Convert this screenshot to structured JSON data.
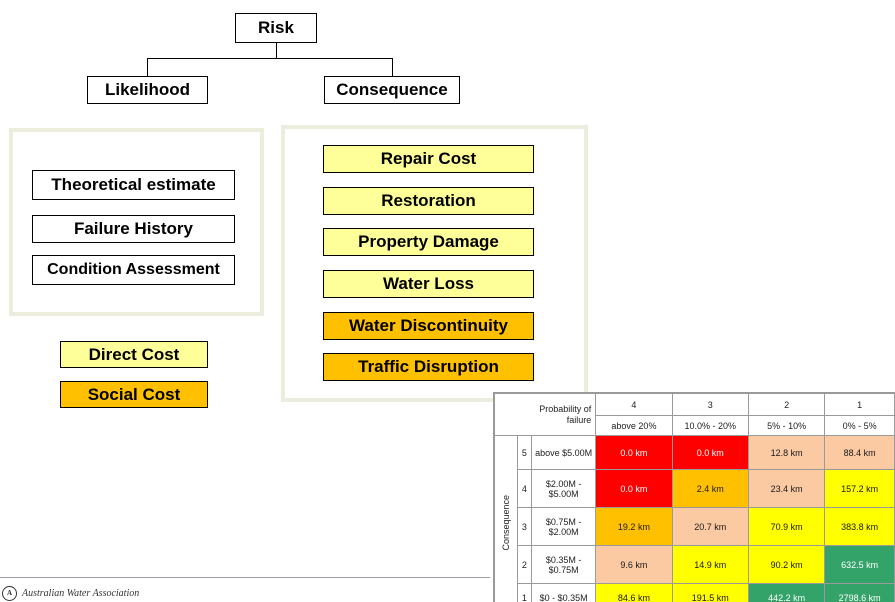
{
  "tree": {
    "root": "Risk",
    "left": "Likelihood",
    "right": "Consequence"
  },
  "likelihood_items": [
    "Theoretical estimate",
    "Failure History",
    "Condition Assessment"
  ],
  "consequence_items": [
    {
      "label": "Repair Cost",
      "type": "direct"
    },
    {
      "label": "Restoration",
      "type": "direct"
    },
    {
      "label": "Property Damage",
      "type": "direct"
    },
    {
      "label": "Water Loss",
      "type": "direct"
    },
    {
      "label": "Water Discontinuity",
      "type": "social"
    },
    {
      "label": "Traffic Disruption",
      "type": "social"
    }
  ],
  "legend": {
    "direct": "Direct Cost",
    "social": "Social Cost",
    "direct_color": "#ffff99",
    "social_color": "#ffc000"
  },
  "matrix": {
    "corner_line1": "Probability of",
    "corner_line2": "failure",
    "columns": [
      {
        "rank": "4",
        "range": "above 20%"
      },
      {
        "rank": "3",
        "range": "10.0% - 20%"
      },
      {
        "rank": "2",
        "range": "5% - 10%"
      },
      {
        "rank": "1",
        "range": "0% - 5%"
      }
    ],
    "row_axis_label": "Consequence",
    "rows": [
      {
        "rank": "5",
        "range": "above $5.00M",
        "cells": [
          "0.0 km",
          "0.0 km",
          "12.8 km",
          "88.4 km"
        ],
        "colors": [
          "red",
          "red",
          "peach",
          "peach"
        ]
      },
      {
        "rank": "4",
        "range": "$2.00M - $5.00M",
        "cells": [
          "0.0 km",
          "2.4 km",
          "23.4 km",
          "157.2 km"
        ],
        "colors": [
          "red",
          "orange",
          "peach",
          "yellow"
        ]
      },
      {
        "rank": "3",
        "range": "$0.75M - $2.00M",
        "cells": [
          "19.2 km",
          "20.7 km",
          "70.9 km",
          "383.8 km"
        ],
        "colors": [
          "orange",
          "peach",
          "yellow",
          "yellow"
        ]
      },
      {
        "rank": "2",
        "range": "$0.35M - $0.75M",
        "cells": [
          "9.6 km",
          "14.9 km",
          "90.2 km",
          "632.5 km"
        ],
        "colors": [
          "peach",
          "yellow",
          "yellow",
          "green"
        ]
      },
      {
        "rank": "1",
        "range": "$0 - $0.35M",
        "cells": [
          "84.6 km",
          "191.5 km",
          "442.2 km",
          "2798.6 km"
        ],
        "colors": [
          "yellow",
          "yellow",
          "green",
          "green"
        ]
      }
    ]
  },
  "footer": {
    "org": "Australian Water Association",
    "icon_text": "A"
  }
}
